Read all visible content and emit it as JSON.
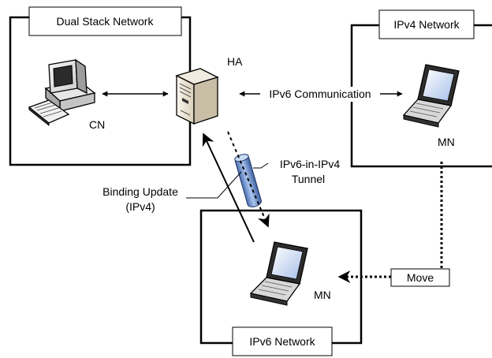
{
  "networks": {
    "dual_stack": "Dual Stack Network",
    "ipv4": "IPv4 Network",
    "ipv6": "IPv6 Network"
  },
  "nodes": {
    "cn": "CN",
    "ha": "HA",
    "mn_ipv4": "MN",
    "mn_ipv6": "MN"
  },
  "labels": {
    "ipv6_communication": "IPv6 Communication",
    "tunnel_line1": "IPv6-in-IPv4",
    "tunnel_line2": "Tunnel",
    "binding_line1": "Binding Update",
    "binding_line2": "(IPv4)",
    "move": "Move"
  }
}
